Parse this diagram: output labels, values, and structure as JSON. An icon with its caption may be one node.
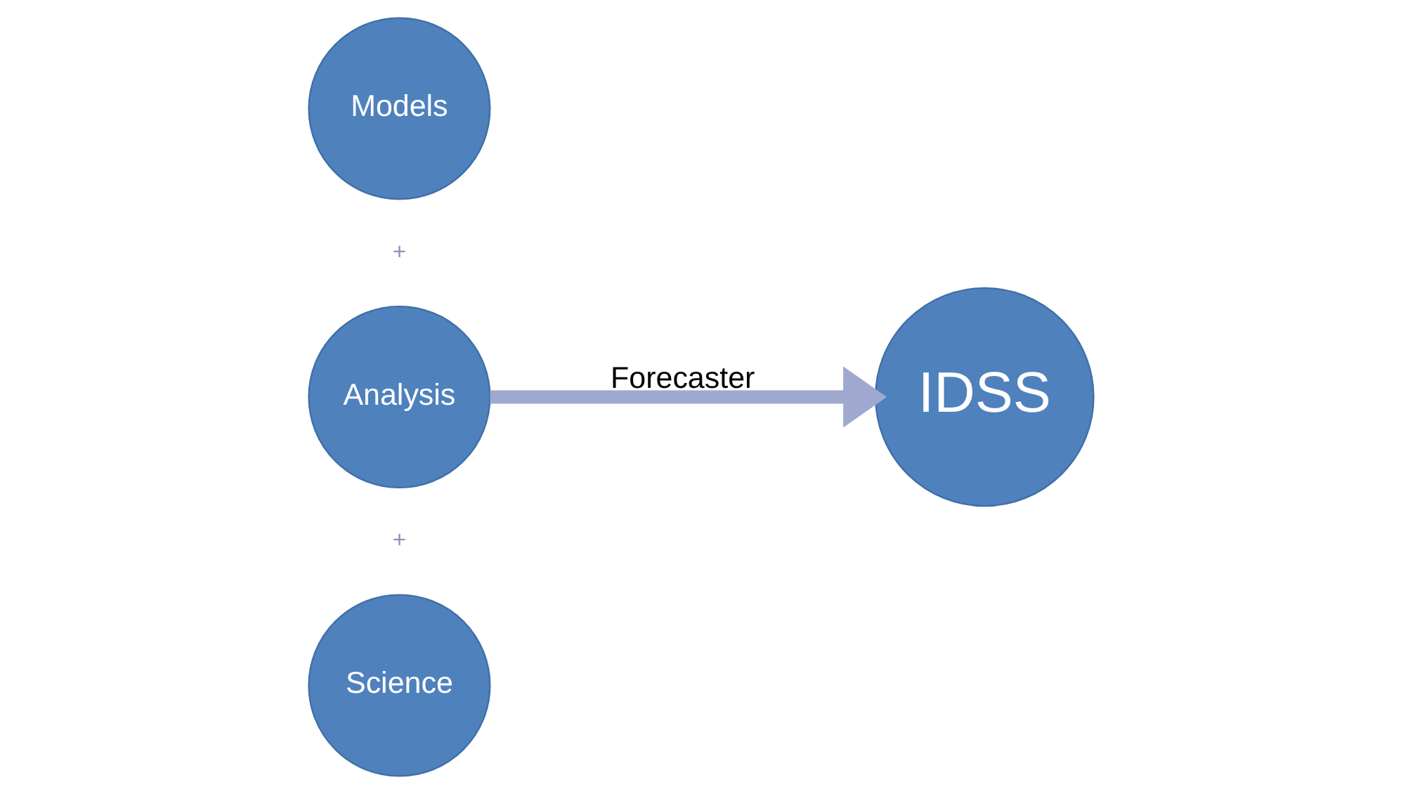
{
  "diagram": {
    "nodes": [
      {
        "text": [
          "Models"
        ]
      },
      {
        "text": [
          "Analysis"
        ]
      },
      {
        "text": [
          "Science"
        ]
      },
      {
        "text": [
          "IDSS"
        ]
      }
    ],
    "edges": [
      {
        "from": 1,
        "to": 3,
        "arrow": "to",
        "label": "Forecaster"
      }
    ],
    "labels": [
      "+",
      "+"
    ]
  }
}
